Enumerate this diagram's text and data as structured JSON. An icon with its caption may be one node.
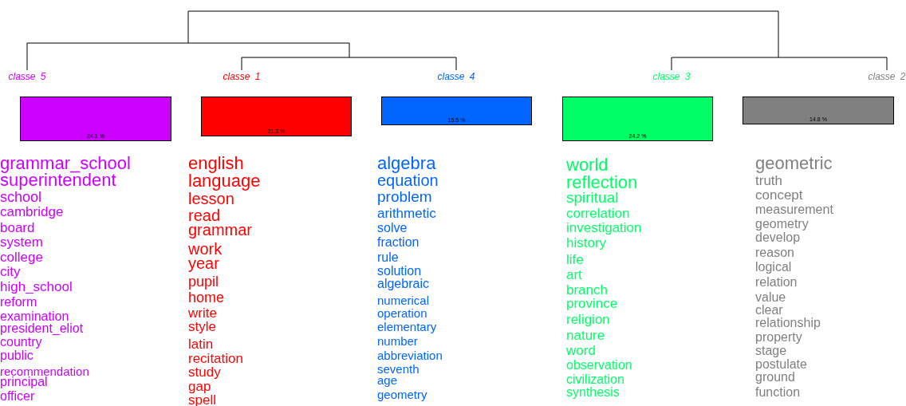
{
  "diagram": {
    "nodes": [
      {
        "text": [
          "24.1 %"
        ],
        "beside": [
          "classe 5",
          "grammar_school",
          "superintendent",
          "school",
          "cambridge",
          "board",
          "system",
          "college",
          "city",
          "high_school",
          "reform",
          "examination",
          "president_eliot",
          "country",
          "public",
          "recommendation",
          "principal",
          "officer"
        ]
      },
      {
        "text": [
          "21.3 %"
        ],
        "beside": [
          "classe 1",
          "english",
          "language",
          "lesson",
          "read",
          "grammar",
          "work",
          "year",
          "pupil",
          "home",
          "write",
          "style",
          "latin",
          "recitation",
          "study",
          "gap",
          "spell"
        ]
      },
      {
        "text": [
          "15.5 %"
        ],
        "beside": [
          "classe 4",
          "algebra",
          "equation",
          "problem",
          "arithmetic",
          "solve",
          "fraction",
          "rule",
          "solution",
          "algebraic",
          "numerical",
          "operation",
          "elementary",
          "number",
          "abbreviation",
          "seventh",
          "age",
          "geometry"
        ]
      },
      {
        "text": [
          "24.2 %"
        ],
        "beside": [
          "classe 3",
          "world",
          "reflection",
          "spiritual",
          "correlation",
          "investigation",
          "history",
          "life",
          "art",
          "branch",
          "province",
          "religion",
          "nature",
          "word",
          "observation",
          "civilization",
          "synthesis"
        ]
      },
      {
        "text": [
          "14.8 %"
        ],
        "beside": [
          "classe 2",
          "geometric",
          "truth",
          "concept",
          "measurement",
          "geometry",
          "develop",
          "reason",
          "logical",
          "relation",
          "value",
          "clear",
          "relationship",
          "property",
          "stage",
          "postulate",
          "ground",
          "function"
        ]
      }
    ]
  }
}
